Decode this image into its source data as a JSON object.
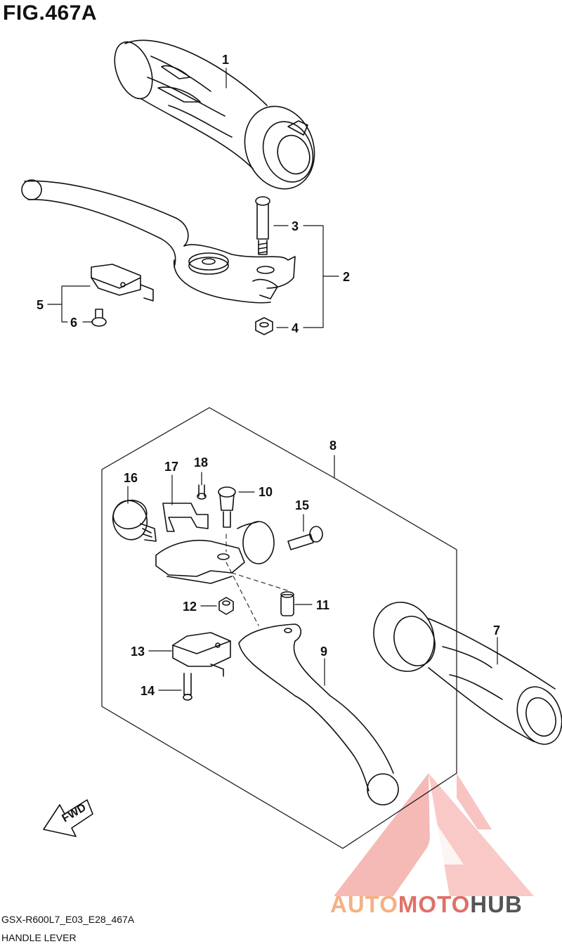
{
  "figure": {
    "title": "FIG.467A",
    "model_code": "GSX-R600L7_E03_E28_467A",
    "name": "HANDLE LEVER"
  },
  "callouts": {
    "c1": "1",
    "c2": "2",
    "c3": "3",
    "c4": "4",
    "c5": "5",
    "c6": "6",
    "c7": "7",
    "c8": "8",
    "c9": "9",
    "c10": "10",
    "c11": "11",
    "c12": "12",
    "c13": "13",
    "c14": "14",
    "c15": "15",
    "c16": "16",
    "c17": "17",
    "c18": "18"
  },
  "direction_marker": {
    "label": "FWD"
  },
  "watermark": {
    "part1": "AUTO",
    "part2": "MOTO",
    "part3": "HUB",
    "colors": {
      "auto": "#f4b183",
      "moto": "#e07068",
      "hub": "#555555",
      "logo": "#f08a86"
    }
  },
  "colors": {
    "line": "#111111",
    "background": "#ffffff"
  }
}
